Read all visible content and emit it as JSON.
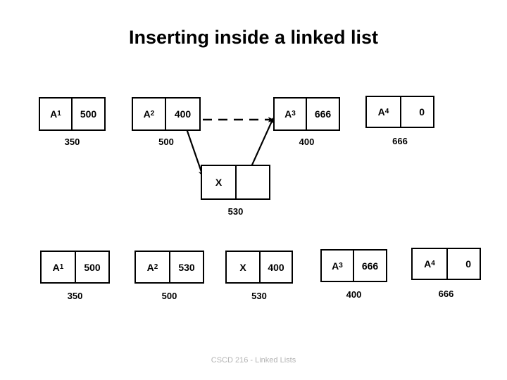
{
  "slide": {
    "title": "Inserting inside a linked list",
    "footer": "CSCD 216 - Linked Lists",
    "colors": {
      "stroke": "#000000",
      "background": "#ffffff",
      "footer_text": "#b3b3b3"
    }
  },
  "diagram": {
    "type": "linked-list-insertion",
    "rows": [
      {
        "name": "before-row",
        "label": "original list with insertion rewiring",
        "nodes": [
          {
            "id": "top-a1",
            "data": "A",
            "sub": "1",
            "next": "500",
            "address": "350"
          },
          {
            "id": "top-a2",
            "data": "A",
            "sub": "2",
            "next": "400",
            "address": "500"
          },
          {
            "id": "top-a3",
            "data": "A",
            "sub": "3",
            "next": "666",
            "address": "400"
          },
          {
            "id": "top-a4",
            "data": "A",
            "sub": "4",
            "next": "0",
            "address": "666"
          }
        ]
      },
      {
        "name": "new-node-row",
        "label": "new node being inserted",
        "nodes": [
          {
            "id": "mid-x",
            "data": "X",
            "sub": "",
            "next": "",
            "address": "530"
          }
        ]
      },
      {
        "name": "after-row",
        "label": "resulting list after insertion",
        "nodes": [
          {
            "id": "bot-a1",
            "data": "A",
            "sub": "1",
            "next": "500",
            "address": "350"
          },
          {
            "id": "bot-a2",
            "data": "A",
            "sub": "2",
            "next": "530",
            "address": "500"
          },
          {
            "id": "bot-x",
            "data": "X",
            "sub": "",
            "next": "400",
            "address": "530"
          },
          {
            "id": "bot-a3",
            "data": "A",
            "sub": "3",
            "next": "666",
            "address": "400"
          },
          {
            "id": "bot-a4",
            "data": "A",
            "sub": "4",
            "next": "0",
            "address": "666"
          }
        ]
      }
    ],
    "arrows": [
      {
        "id": "arrow-a2-to-a3-dashed",
        "style": "dashed",
        "from": "top-a2-next",
        "to": "top-a3",
        "meaning": "old link being replaced"
      },
      {
        "id": "arrow-a2-to-x",
        "style": "solid",
        "from": "top-a2-next",
        "to": "mid-x",
        "meaning": "A2 now points to X"
      },
      {
        "id": "arrow-x-to-a3",
        "style": "solid",
        "from": "mid-x-next",
        "to": "top-a3",
        "meaning": "X now points to A3"
      }
    ]
  }
}
